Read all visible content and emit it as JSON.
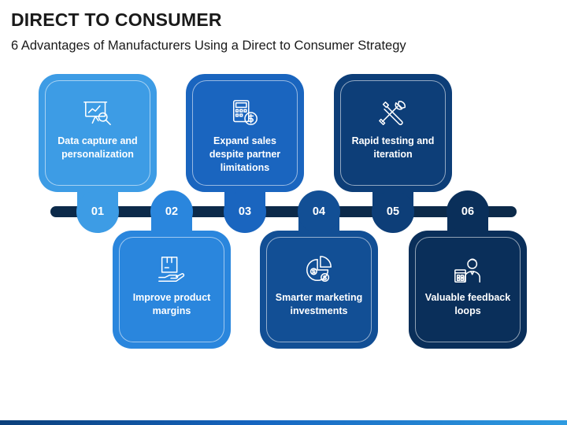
{
  "header": {
    "title": "DIRECT TO CONSUMER",
    "subtitle": "6 Advantages of Manufacturers Using a Direct to Consumer Strategy"
  },
  "colors": {
    "timeline": "#0c2a4a",
    "step1": "#3d9ce5",
    "step2": "#2a86dd",
    "step3": "#1a65bf",
    "step4": "#124f95",
    "step5": "#0d3e78",
    "step6": "#0a2f5a"
  },
  "steps": [
    {
      "number": "01",
      "label": "Data capture  and personalization",
      "icon": "data-analysis-icon",
      "position": "top"
    },
    {
      "number": "02",
      "label": "Improve product margins",
      "icon": "product-box-hand-icon",
      "position": "bottom"
    },
    {
      "number": "03",
      "label": "Expand sales despite partner limitations",
      "icon": "calculator-dollar-icon",
      "position": "top"
    },
    {
      "number": "04",
      "label": "Smarter marketing investments",
      "icon": "pie-chart-dollar-icon",
      "position": "bottom"
    },
    {
      "number": "05",
      "label": "Rapid testing and iteration",
      "icon": "tools-icon",
      "position": "top"
    },
    {
      "number": "06",
      "label": "Valuable feedback loops",
      "icon": "feedback-person-icon",
      "position": "bottom"
    }
  ]
}
